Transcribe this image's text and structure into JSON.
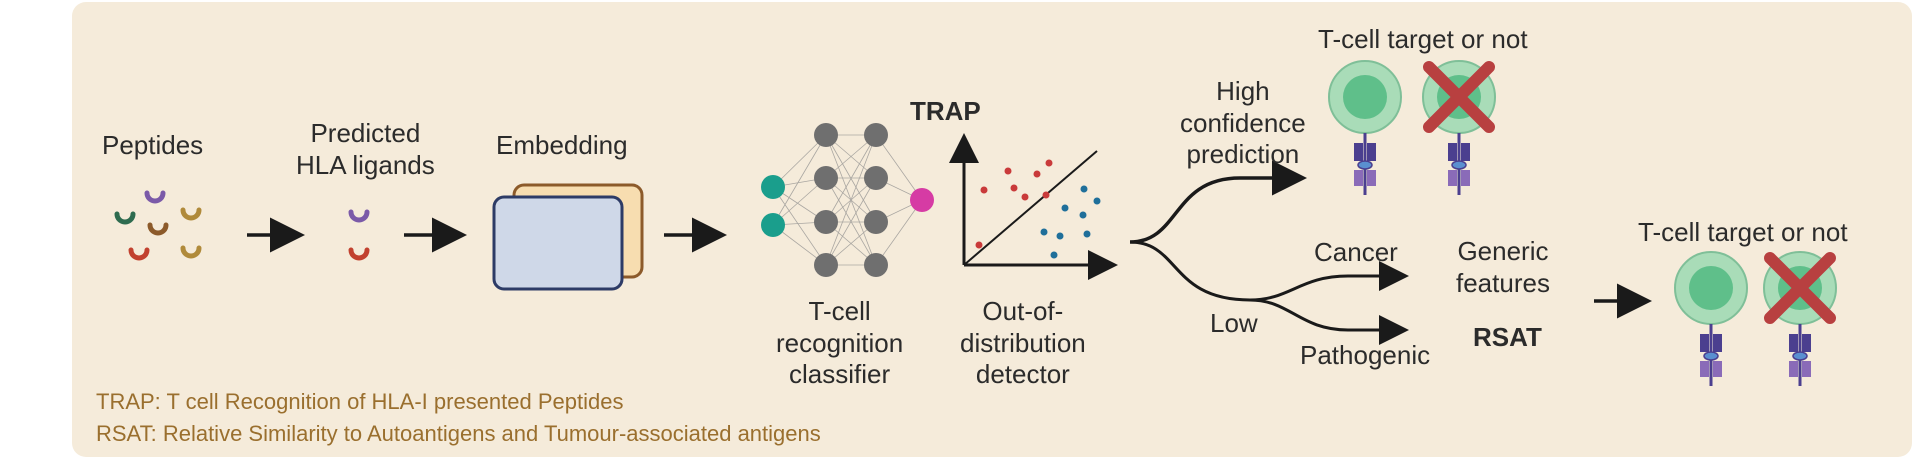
{
  "labels": {
    "peptides": "Peptides",
    "predicted_hla": "Predicted\nHLA ligands",
    "embedding": "Embedding",
    "classifier": "T-cell\nrecognition\nclassifier",
    "trap": "TRAP",
    "ood_detector": "Out-of-\ndistribution\ndetector",
    "high_confidence": "High\nconfidence\nprediction",
    "low": "Low",
    "cancer": "Cancer",
    "pathogenic": "Pathogenic",
    "generic_features": "Generic\nfeatures",
    "rsat": "RSAT",
    "target_top": "T-cell target or not",
    "target_bottom": "T-cell target or not"
  },
  "footnotes": {
    "trap_def": "TRAP: T cell Recognition of HLA-I presented Peptides",
    "rsat_def": "RSAT: Relative Similarity to Autoantigens and Tumour-associated antigens"
  },
  "colors": {
    "background": "#f5ebda",
    "footnote": "#9a6f2e",
    "node_input": "#1a9e8c",
    "node_hidden": "#6f6f6f",
    "node_output": "#d63ba4",
    "cell_fill": "#a9dcb8",
    "cell_nucleus": "#5fbf8a",
    "cross": "#b84040",
    "receptor": "#4b3f8f"
  },
  "icons": {
    "network": "neural-network-icon",
    "scatter": "scatter-plot-icon",
    "cell": "t-cell-icon",
    "cross": "cross-mark-icon"
  }
}
